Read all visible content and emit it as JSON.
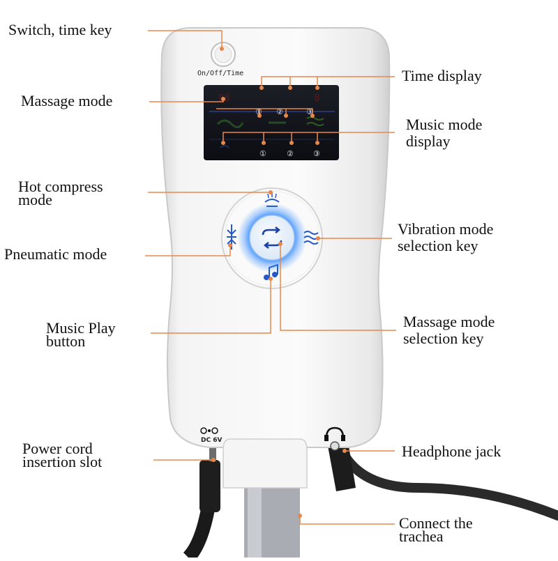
{
  "device": {
    "power_key_label": "On/Off/Time",
    "dc_label": "DC 6V",
    "lcd_speed_markers": [
      "①",
      "②",
      "③"
    ],
    "lcd_bottom_markers": [
      "①",
      "②",
      "③"
    ]
  },
  "callouts": {
    "switch_time_key": "Switch, time key",
    "massage_mode": "Massage mode",
    "time_display": "Time display",
    "music_mode_display_l1": "Music mode",
    "music_mode_display_l2": "display",
    "hot_compress_l1": "Hot compress",
    "hot_compress_l2": "mode",
    "pneumatic_mode": "Pneumatic mode",
    "vibration_l1": "Vibration mode",
    "vibration_l2": "selection key",
    "music_play_l1": "Music Play",
    "music_play_l2": "button",
    "massage_sel_l1": "Massage mode",
    "massage_sel_l2": "selection key",
    "power_cord_l1": "Power cord",
    "power_cord_l2": "insertion slot",
    "headphone_jack": "Headphone jack",
    "trachea_l1": "Connect the",
    "trachea_l2": "trachea"
  },
  "colors": {
    "callout_line": "#e8874a",
    "device_body": "#f2f2f2",
    "lcd_bg": "#14161c",
    "button_glow": "#1f7fff",
    "icon_blue": "#2358c9"
  }
}
